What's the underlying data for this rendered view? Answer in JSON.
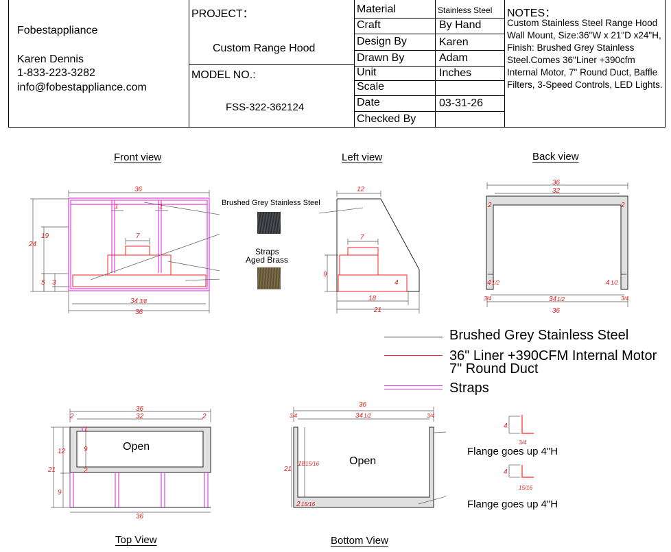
{
  "company": {
    "name": "Fobestappliance",
    "contact": "Karen Dennis",
    "phone": "1-833-223-3282",
    "email": "info@fobestappliance.com"
  },
  "project": {
    "label": "PROJECT：",
    "value": "Custom Range Hood",
    "model_label": "MODEL NO.:",
    "model_value": "FSS-322-362124"
  },
  "specs": [
    {
      "key": "Material",
      "value": "Stainless Steel"
    },
    {
      "key": "Craft",
      "value": "By Hand"
    },
    {
      "key": "Design By",
      "value": "Karen"
    },
    {
      "key": "Drawn By",
      "value": "Adam"
    },
    {
      "key": "Unit",
      "value": "Inches"
    },
    {
      "key": "Scale",
      "value": ""
    },
    {
      "key": "Date",
      "value": "03-31-26"
    },
    {
      "key": "Checked By",
      "value": ""
    }
  ],
  "notes": {
    "title": "NOTES：",
    "body": "Custom Stainless Steel Range Hood Wall Mount, Size:36\"W x 21\"D x24\"H, Finish: Brushed Grey Stainless Steel.Comes 36\"Liner +390cfm Internal Motor, 7\" Round Duct, Baffle Filters, 3-Speed Controls, LED Lights."
  },
  "views": {
    "front": "Front view",
    "left": "Left view",
    "back": "Back view",
    "top": "Top View",
    "bottom": "Bottom View"
  },
  "swatches": {
    "steel_label": "Brushed Grey Stainless Steel",
    "straps_label_1": "Straps",
    "straps_label_2": "Aged Brass"
  },
  "legend": {
    "black": "Brushed Grey Stainless Steel",
    "red_1": "36\" Liner +390CFM Internal Motor",
    "red_2": "7\" Round Duct",
    "magenta": "Straps"
  },
  "open_text": "Open",
  "flange_text": "Flange goes up 4\"H",
  "colors": {
    "black": "#333333",
    "red": "#ff2020",
    "magenta": "#e040e0",
    "dim_red": "#e02020",
    "steel_fill": "#e0e0e0",
    "steel_swatch": "#3a3d40",
    "brass_swatch": "#6b5d3e"
  },
  "dims": {
    "front_w": "36",
    "front_h": "24",
    "front_h2": "19",
    "front_5": "5",
    "front_3": "3",
    "front_1a": "1",
    "front_1b": "1",
    "front_7": "7",
    "front_34": "34",
    "front_34_frac": "3/8",
    "front_36b": "36",
    "left_12": "12",
    "left_7": "7",
    "left_9": "9",
    "left_4": "4",
    "left_18": "18",
    "left_21": "21",
    "back_36": "36",
    "back_32": "32",
    "back_2a": "2",
    "back_2b": "2",
    "back_4a": "4",
    "back_4b": "4",
    "back_half": "1/2",
    "back_34": "34",
    "back_36b": "36",
    "back_quarter": "3/4",
    "top_36": "36",
    "top_32": "32",
    "top_2a": "2",
    "top_2b": "2",
    "top_1": "1",
    "top_12": "12",
    "top_9a": "9",
    "top_2c": "2",
    "top_21": "21",
    "top_9b": "9",
    "top_36b": "36",
    "bot_36": "36",
    "bot_34": "34",
    "bot_half": "1/2",
    "bot_quarter": "3/4",
    "bot_21": "21",
    "bot_18": "18",
    "bot_15_16": "15/16",
    "bot_2": "2",
    "fl_4a": "4",
    "fl_3_4": "3/4",
    "fl_4b": "4",
    "fl_15_16": "15/16"
  }
}
